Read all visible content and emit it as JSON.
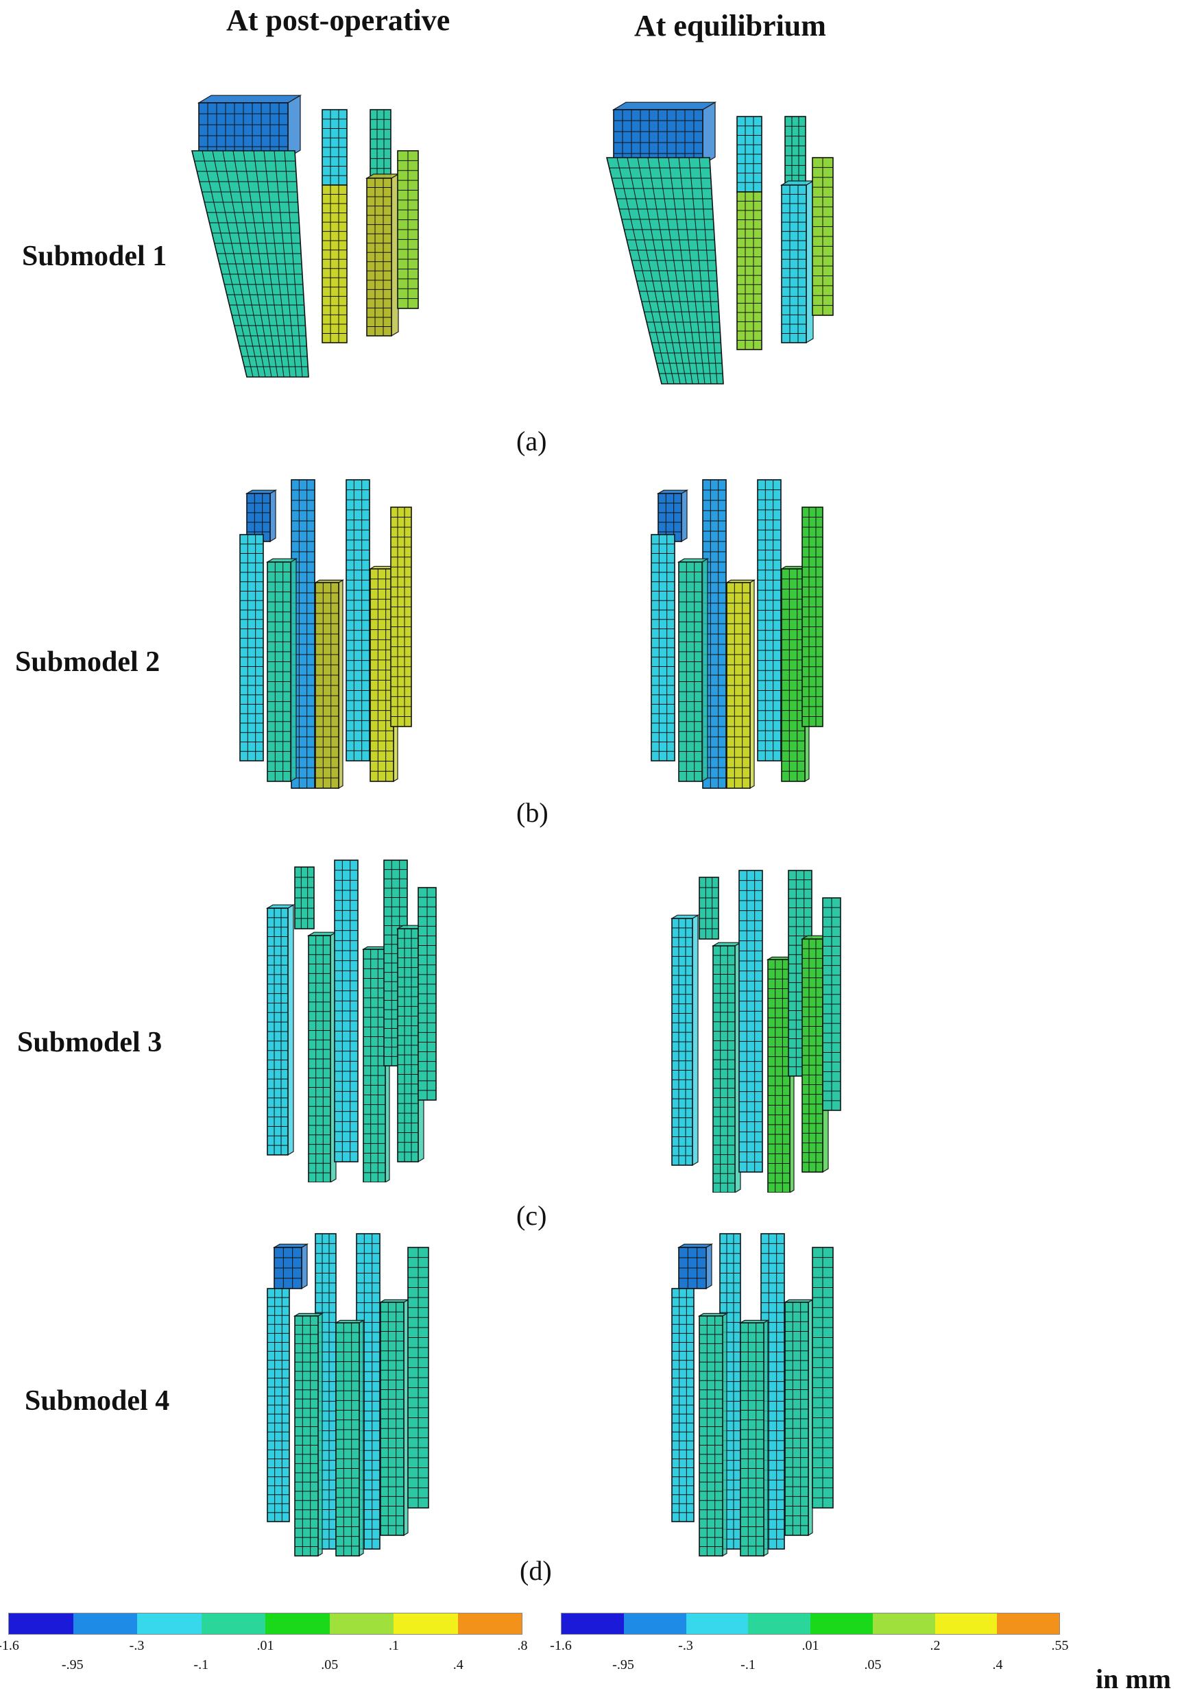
{
  "column_titles": [
    "At post-operative",
    "At equilibrium"
  ],
  "rows": [
    {
      "label": "Submodel 1",
      "panel": "(a)"
    },
    {
      "label": "Submodel 2",
      "panel": "(b)"
    },
    {
      "label": "Submodel 3",
      "panel": "(c)"
    },
    {
      "label": "Submodel 4",
      "panel": "(d)"
    }
  ],
  "legends": [
    {
      "colors": [
        "#1a1ad8",
        "#1e8ce6",
        "#38d8ec",
        "#2bd69a",
        "#1ad81a",
        "#a0e03c",
        "#f2f01a",
        "#f2921a"
      ],
      "ticks_upper": [
        "-1.6",
        "-.3",
        ".01",
        ".1",
        ".8"
      ],
      "ticks_lower": [
        "-.95",
        "-.1",
        ".05",
        ".4"
      ]
    },
    {
      "colors": [
        "#1a1ad8",
        "#1e8ce6",
        "#38d8ec",
        "#2bd69a",
        "#1ad81a",
        "#a0e03c",
        "#f2f01a",
        "#f2921a"
      ],
      "ticks_upper": [
        "-1.6",
        "-.3",
        ".01",
        ".2",
        ".55"
      ],
      "ticks_lower": [
        "-.95",
        "-.1",
        ".05",
        ".4"
      ]
    }
  ],
  "unit": "in mm"
}
